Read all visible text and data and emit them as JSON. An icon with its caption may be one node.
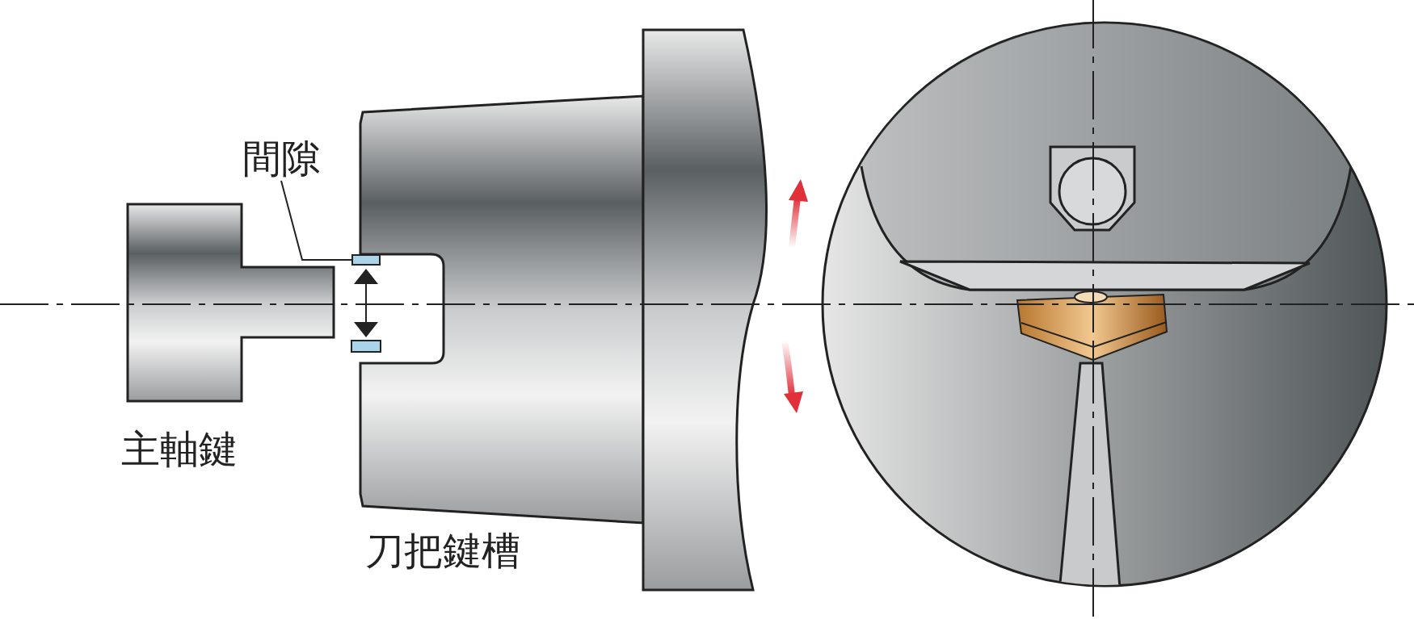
{
  "diagram": {
    "nodes": [
      {
        "text": [
          "間隙"
        ]
      },
      {
        "text": [],
        "shape": "box"
      }
    ],
    "edges": [
      {
        "from": 0,
        "to": 1,
        "arrow": "none"
      }
    ],
    "labels": [
      "主軸鍵",
      "刀把鍵槽"
    ]
  }
}
